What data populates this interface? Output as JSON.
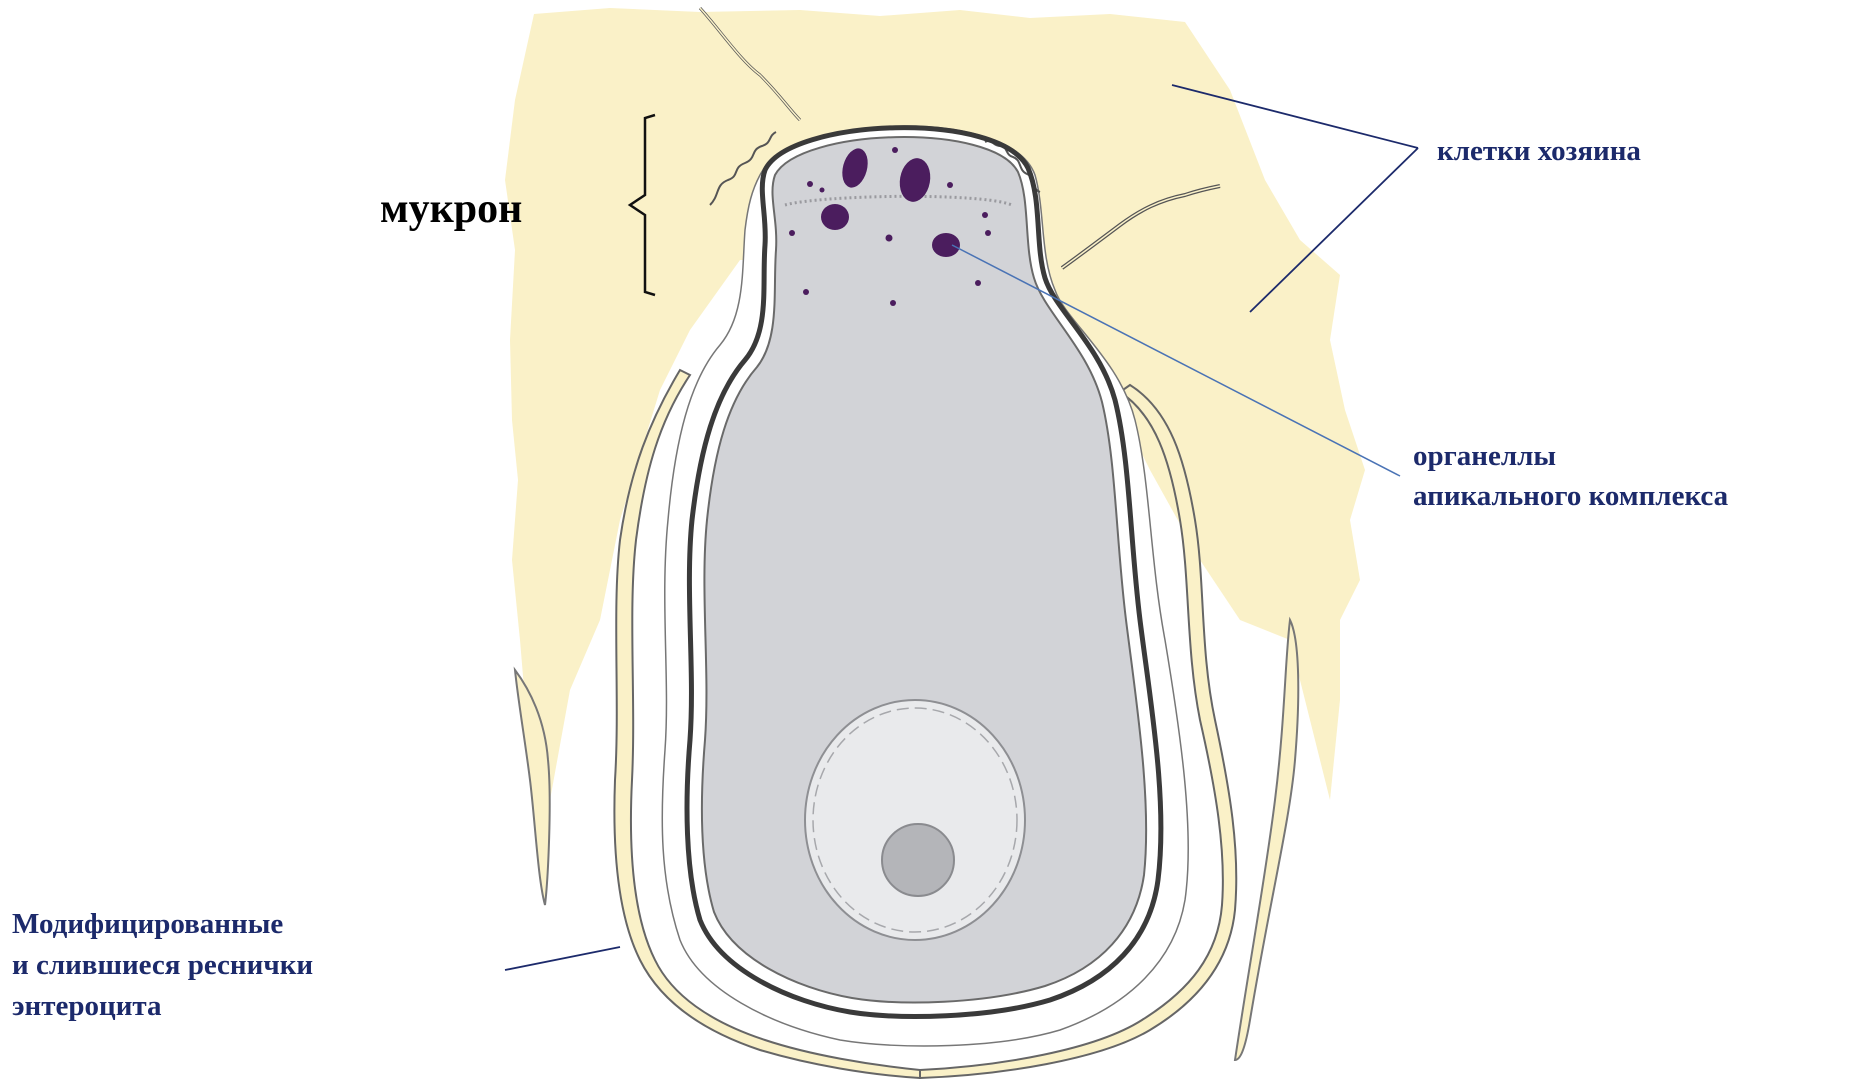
{
  "labels": {
    "mucron": "мукрон",
    "host_cells": "клетки хозяина",
    "apical_complex_line1": "органеллы",
    "apical_complex_line2": "апикального комплекса",
    "cilia_line1": "Модифицированные",
    "cilia_line2": "и слившиеся реснички",
    "cilia_line3": "энтероцита"
  },
  "colors": {
    "host_tissue": "#faf1c8",
    "host_outline": "#555555",
    "parasite_body": "#d2d3d7",
    "parasite_outline": "#3a3a3a",
    "nucleus": "#e9eaec",
    "nucleolus": "#b4b5b9",
    "organelles": "#4b1d5e",
    "label_blue": "#1c2a6b",
    "leader_dark": "#1c2a6b",
    "leader_light": "#4a73b5"
  }
}
